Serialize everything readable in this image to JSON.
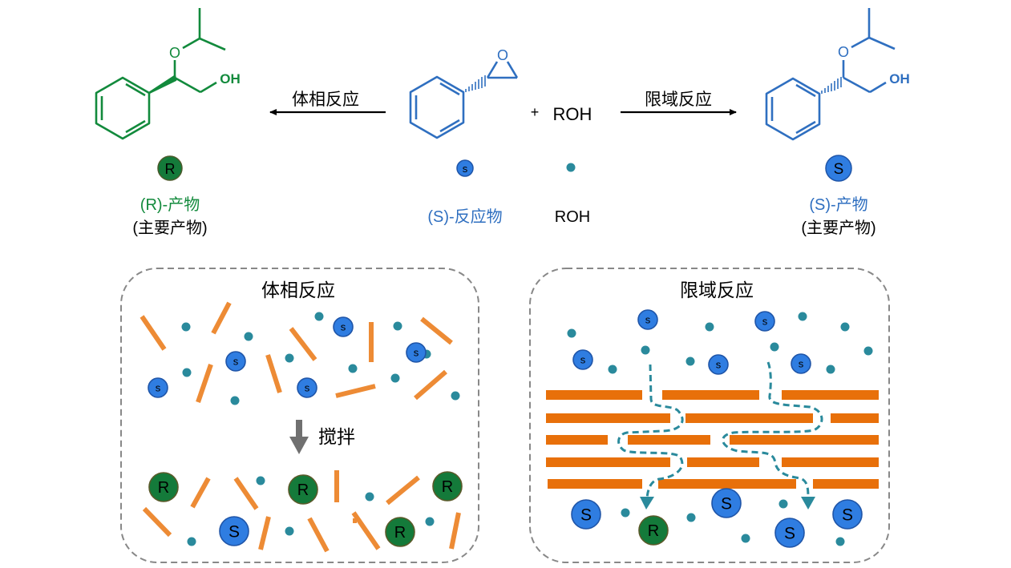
{
  "scheme": {
    "left_arrow_label": "体相反应",
    "right_arrow_label": "限域反应",
    "plus_sign": "+",
    "reagent_formula": "ROH",
    "r_product": {
      "oh_label": "OH",
      "o_label": "O",
      "badge_letter": "R",
      "name": "(R)-产物",
      "note": "(主要产物)",
      "color": "#128a3c"
    },
    "s_reactant": {
      "o_label": "O",
      "badge_letter": "s",
      "name": "(S)-反应物",
      "color": "#2f6fc0"
    },
    "roh_legend": {
      "name": "ROH",
      "color": "#2a8a9c"
    },
    "s_product": {
      "oh_label": "OH",
      "o_label": "O",
      "badge_letter": "S",
      "name": "(S)-产物",
      "note": "(主要产物)",
      "color": "#2f6fc0"
    }
  },
  "panels": {
    "bulk": {
      "title": "体相反应",
      "stir_label": "搅拌",
      "reactant_badge": "s",
      "product_r_badge": "R",
      "product_s_badge": "S"
    },
    "confined": {
      "title": "限域反应",
      "reactant_badge": "s",
      "product_r_badge": "R",
      "product_s_badge": "S"
    }
  },
  "colors": {
    "rod": "#ed8b35",
    "layer": "#e8700a",
    "roh_dot": "#2a8a9c",
    "s_fill": "#2f7de1",
    "s_stroke": "#1f55a8",
    "r_fill": "#147a3a",
    "r_stroke": "#5a5a2a",
    "panel_border": "#888888",
    "stir_arrow": "#707070"
  }
}
